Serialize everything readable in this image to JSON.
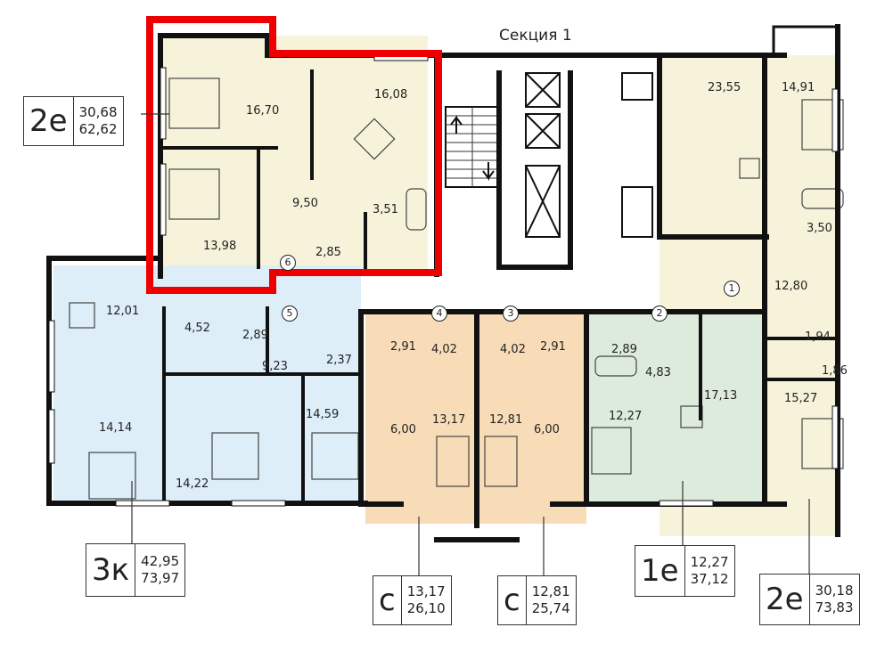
{
  "title": "Секция 1",
  "colors": {
    "cream": "#f7f3da",
    "blue": "#ddeef8",
    "orange": "#f8dcb8",
    "green": "#dcebdc",
    "wall": "#111111",
    "highlight": "#ee0000"
  },
  "rooms": [
    {
      "id": "a1-living",
      "label": "16,70"
    },
    {
      "id": "a1-kitchen",
      "label": "16,08"
    },
    {
      "id": "a1-hall",
      "label": "9,50"
    },
    {
      "id": "a1-bath",
      "label": "3,51"
    },
    {
      "id": "a1-bedroom",
      "label": "13,98"
    },
    {
      "id": "a1-wc",
      "label": "2,85"
    },
    {
      "id": "r-kitchen",
      "label": "23,55"
    },
    {
      "id": "r-bedroom1",
      "label": "14,91"
    },
    {
      "id": "r-bath",
      "label": "3,50"
    },
    {
      "id": "r-hall",
      "label": "12,80"
    },
    {
      "id": "r-wc",
      "label": "1,94"
    },
    {
      "id": "r-storage",
      "label": "1,86"
    },
    {
      "id": "r-bedroom2",
      "label": "15,27"
    },
    {
      "id": "b-kitchen",
      "label": "12,01"
    },
    {
      "id": "b-bath",
      "label": "4,52"
    },
    {
      "id": "b-storage",
      "label": "2,89"
    },
    {
      "id": "b-wc",
      "label": "2,37"
    },
    {
      "id": "b-hall",
      "label": "9,23"
    },
    {
      "id": "b-bed1",
      "label": "14,14"
    },
    {
      "id": "b-bed2",
      "label": "14,22"
    },
    {
      "id": "b-bed3",
      "label": "14,59"
    },
    {
      "id": "c1-bath",
      "label": "2,91"
    },
    {
      "id": "c1-hall",
      "label": "4,02"
    },
    {
      "id": "c1-kitchen",
      "label": "6,00"
    },
    {
      "id": "c1-room",
      "label": "13,17"
    },
    {
      "id": "c2-hall",
      "label": "4,02"
    },
    {
      "id": "c2-bath",
      "label": "2,91"
    },
    {
      "id": "c2-room",
      "label": "12,81"
    },
    {
      "id": "c2-kitchen",
      "label": "6,00"
    },
    {
      "id": "g-bath",
      "label": "2,89"
    },
    {
      "id": "g-hall",
      "label": "4,83"
    },
    {
      "id": "g-kitchen",
      "label": "17,13"
    },
    {
      "id": "g-bedroom",
      "label": "12,27"
    }
  ],
  "markers": [
    {
      "id": "m1",
      "label": "1"
    },
    {
      "id": "m2",
      "label": "2"
    },
    {
      "id": "m3",
      "label": "3"
    },
    {
      "id": "m4",
      "label": "4"
    },
    {
      "id": "m5",
      "label": "5"
    },
    {
      "id": "m6",
      "label": "6"
    }
  ],
  "apartments": [
    {
      "id": "apt-2e-top",
      "type": "2е",
      "living": "30,68",
      "total": "62,62"
    },
    {
      "id": "apt-3k",
      "type": "3к",
      "living": "42,95",
      "total": "73,97"
    },
    {
      "id": "apt-c1",
      "type": "с",
      "living": "13,17",
      "total": "26,10"
    },
    {
      "id": "apt-c2",
      "type": "с",
      "living": "12,81",
      "total": "25,74"
    },
    {
      "id": "apt-1e",
      "type": "1е",
      "living": "12,27",
      "total": "37,12"
    },
    {
      "id": "apt-2e-right",
      "type": "2е",
      "living": "30,18",
      "total": "73,83"
    }
  ]
}
